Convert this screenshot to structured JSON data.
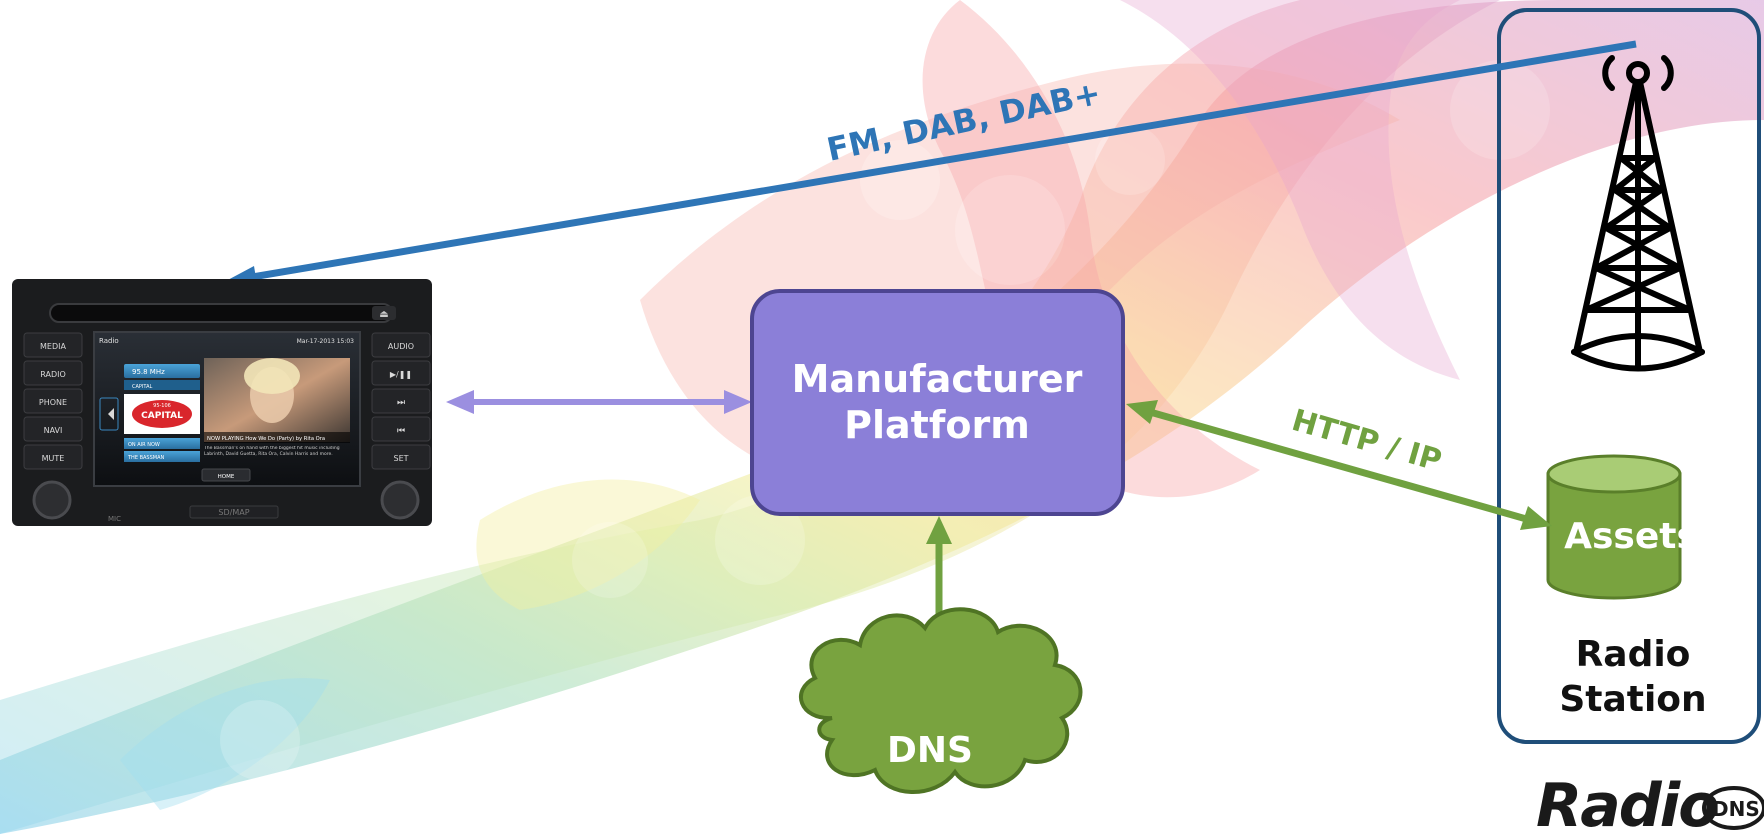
{
  "links": {
    "broadcast_label": "FM, DAB, DAB+",
    "ip_label": "HTTP / IP"
  },
  "nodes": {
    "platform_line1": "Manufacturer",
    "platform_line2": "Platform",
    "dns": "DNS",
    "assets": "Assets",
    "station_line1": "Radio",
    "station_line2": "Station"
  },
  "radio_unit": {
    "left_buttons": [
      "MEDIA",
      "RADIO",
      "PHONE",
      "NAVI",
      "MUTE"
    ],
    "right_buttons": [
      "AUDIO",
      "▶/❚❚",
      "⏭",
      "⏮",
      "SET"
    ],
    "screen_title": "Radio",
    "screen_status": "Mar-17-2013 15:03",
    "frequency": "95.8 MHz",
    "station_name": "CAPITAL",
    "logo_text": "CAPITAL",
    "logo_small": "95-106",
    "now_playing": "NOW PLAYING  How We Do (Party) by Rita Ora",
    "on_air_label": "ON AIR NOW",
    "show_name": "THE BASSMAN",
    "description": "The Bassman's on hand with the biggest hit music including Labrinth, David Guetta, Rita Ora, Calvin Harris and more.",
    "home_button": "HOME",
    "bottom_label": "SD/MAP",
    "mic_label": "MIC"
  },
  "logo": {
    "word": "Radio",
    "badge": "DNS"
  },
  "colors": {
    "broadcast_arrow": "#2e75b6",
    "platform_arrow": "#9b8fe0",
    "ip_arrow": "#70a140",
    "platform_fill": "#8b7fd8",
    "green_fill": "#79a33f",
    "station_border": "#1f4e79"
  }
}
